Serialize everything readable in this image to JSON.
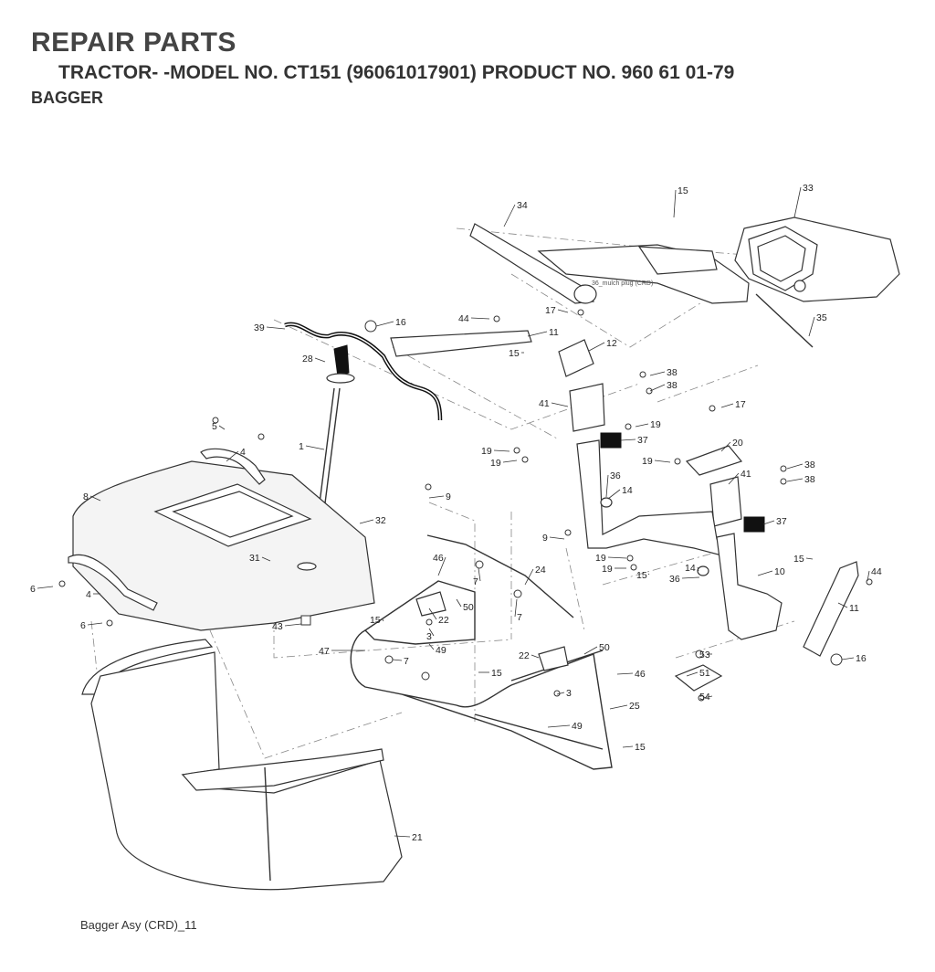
{
  "header": {
    "title": "REPAIR PARTS",
    "subtitle": "TRACTOR- -MODEL NO. CT151 (96061017901) PRODUCT NO. 960 61 01-79",
    "section": "BAGGER"
  },
  "diagram": {
    "inline_label": "36_mulch plug (CRD)",
    "callouts": [
      "1",
      "3",
      "3",
      "4",
      "4",
      "5",
      "6",
      "6",
      "7",
      "7",
      "7",
      "8",
      "9",
      "9",
      "10",
      "11",
      "11",
      "12",
      "14",
      "14",
      "15",
      "15",
      "15",
      "15",
      "15",
      "15",
      "15",
      "16",
      "16",
      "17",
      "17",
      "19",
      "19",
      "19",
      "19",
      "19",
      "19",
      "20",
      "21",
      "22",
      "22",
      "24",
      "25",
      "28",
      "31",
      "32",
      "33",
      "34",
      "35",
      "36",
      "36",
      "37",
      "37",
      "38",
      "38",
      "38",
      "38",
      "39",
      "41",
      "41",
      "43",
      "44",
      "44",
      "46",
      "46",
      "47",
      "49",
      "49",
      "50",
      "50",
      "51",
      "53",
      "54"
    ]
  },
  "footer": {
    "caption": "Bagger Asy (CRD)_11"
  }
}
